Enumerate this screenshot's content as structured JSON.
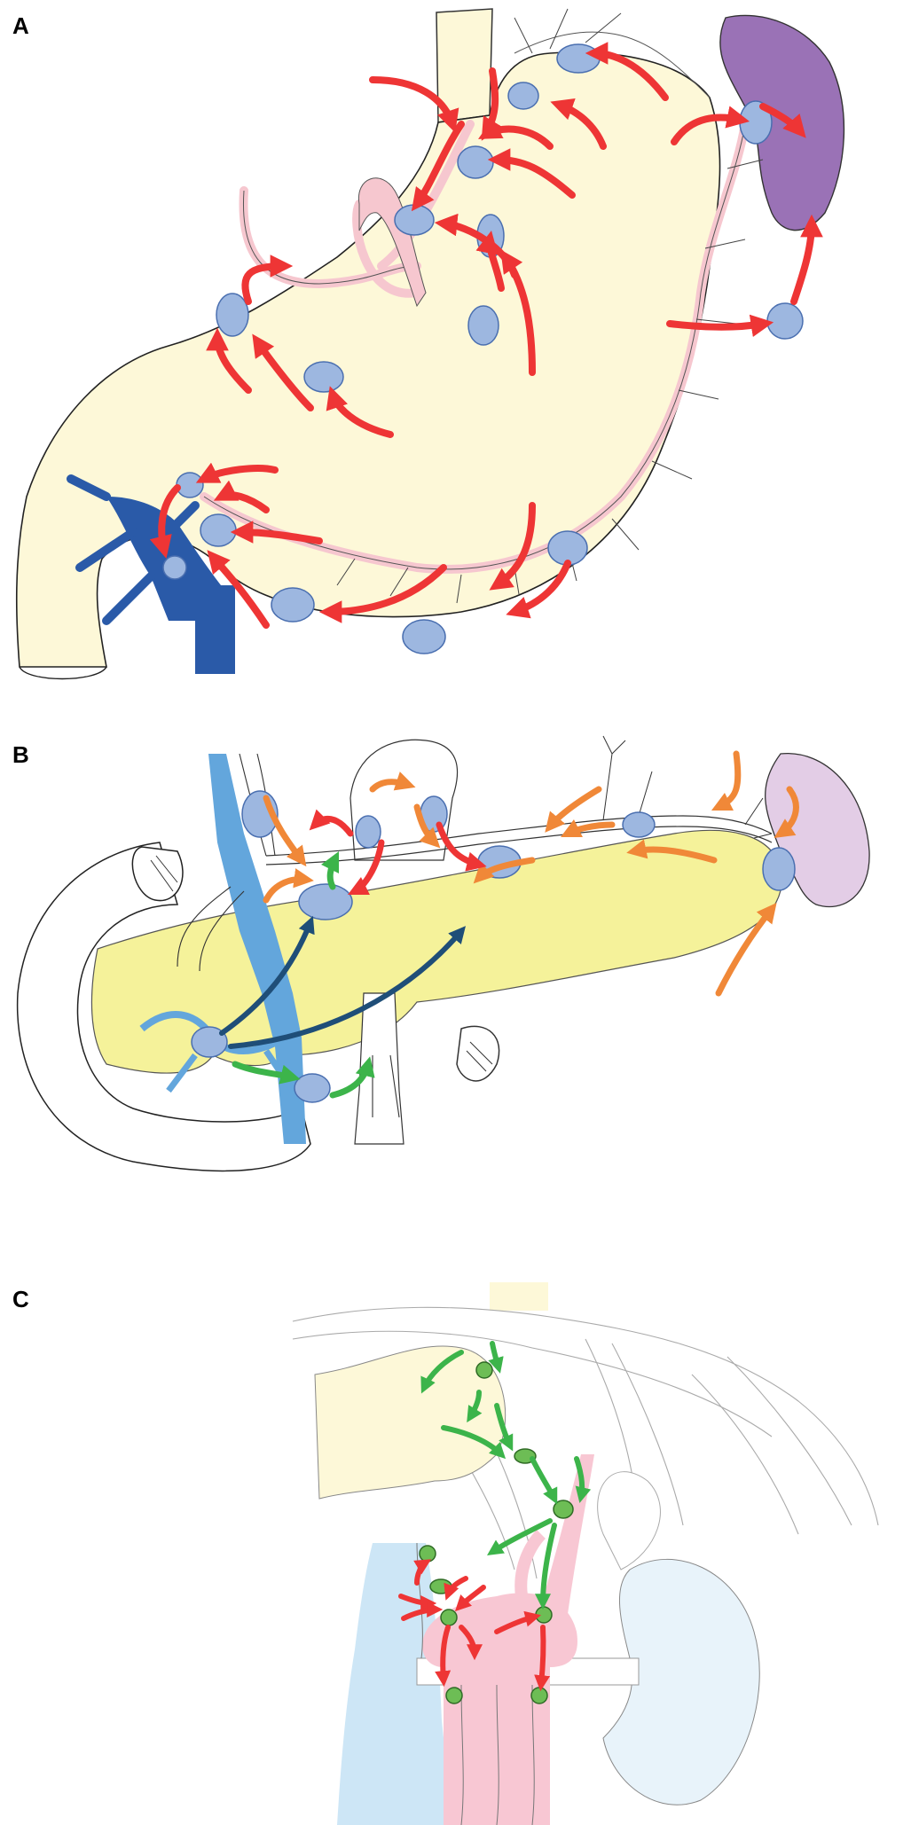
{
  "panels": [
    {
      "label": "A"
    },
    {
      "label": "B"
    },
    {
      "label": "C"
    }
  ],
  "colors": {
    "stomach": "#fdf8d8",
    "spleen_dark": "#9a72b6",
    "spleen_light": "#e3cde6",
    "pancreas": "#f5f29a",
    "vessel_pink": "#f6c7cf",
    "vein_dark": "#2a5aa8",
    "vein_mid": "#63a6dc",
    "vein_light": "#cde6f6",
    "lymph_node_blue": "#9db7e0",
    "lymph_node_green": "#6dbd55",
    "arrow_red": "#ee3535",
    "arrow_orange": "#f08838",
    "arrow_green": "#3cb44a",
    "arrow_navy": "#1f4e78"
  },
  "icons": {
    "lymph_node": "ellipse",
    "flow": "curved-arrow"
  }
}
